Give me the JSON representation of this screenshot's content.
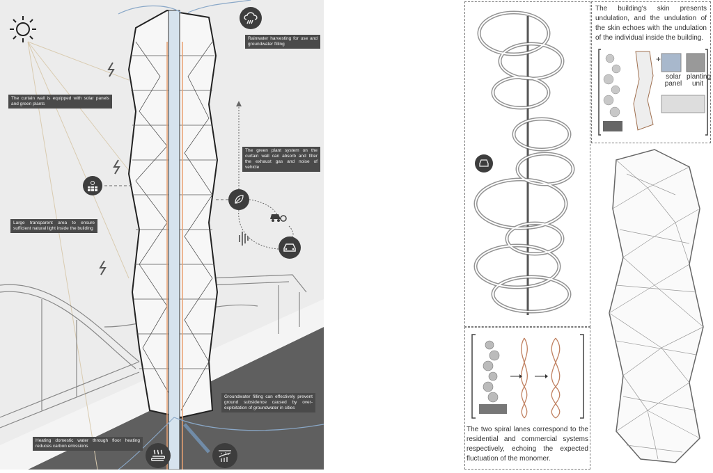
{
  "left_panel": {
    "labels": {
      "rainwater": "Rainwater harvesting for use and groundwater filling",
      "curtain_wall": "The curtain wall is equipped with solar panels and green plants",
      "green_plant": "The green plant system on the curtain wall can absorb and filter the exhaust gas and noise of vehicle",
      "transparent": "Large transparent area to ensure sufficient natural light inside the building",
      "groundwater": "Groundwater filling can effectively prevent ground subsidence caused by over-exploitation of groundwater in cities",
      "heating": "Heating domestic water through floor heating reduces carbon emissions"
    },
    "colors": {
      "label_bg": "#4a4a4a",
      "icon_bg": "#3d3d3d",
      "heat_arrow": "#e8a070",
      "water": "#7aa0c8",
      "ground": "#5a5a5a"
    }
  },
  "middle_panel": {
    "caption": "The two spiral lanes correspond to the residential and commercial systems respectively, echoing the expected fluctuation of the monomer."
  },
  "right_panel": {
    "caption": "The building's skin presents undulation, and the undulation of the skin echoes with the undulation of the individual inside the building.",
    "solar_panel": "solar panel",
    "planting_unit": "planting unit"
  }
}
